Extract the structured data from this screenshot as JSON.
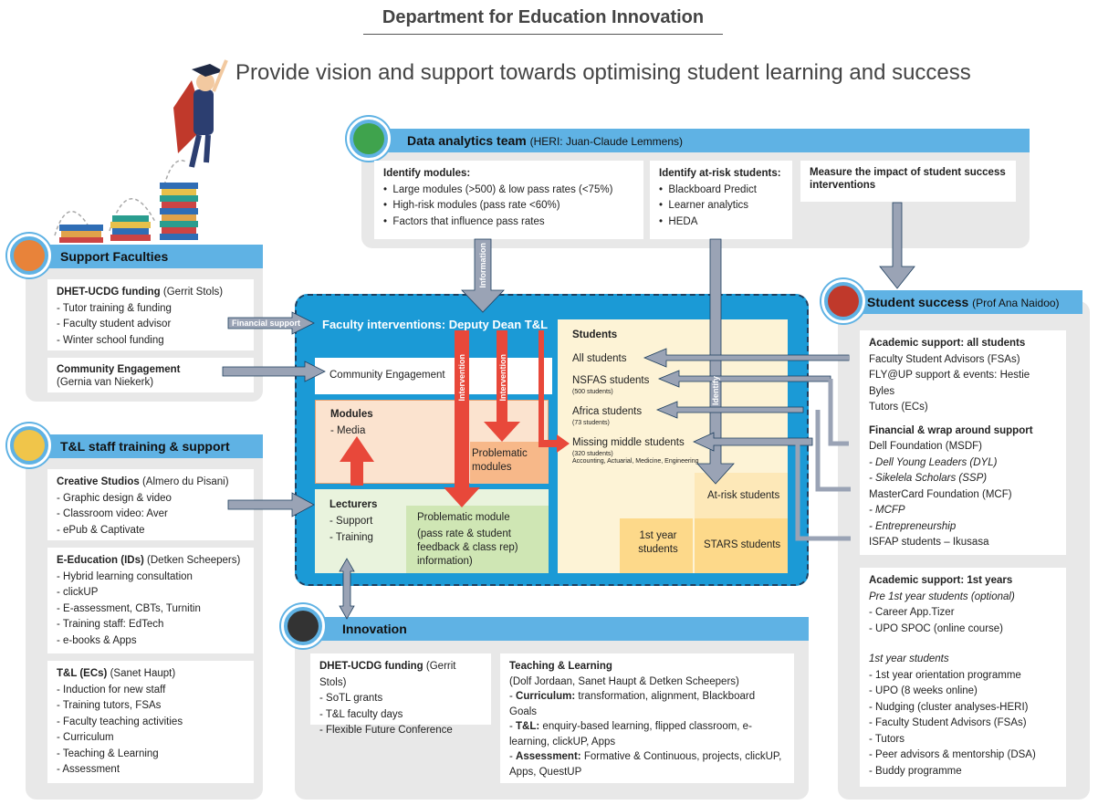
{
  "header": {
    "title": "Department for Education Innovation",
    "subtitle": "Provide vision and support towards optimising student learning and success"
  },
  "colors": {
    "panel_bar": "#5fb2e4",
    "center_box": "#1b9ad6",
    "arrow_grey": "#9aa3b5",
    "arrow_red": "#e8483a",
    "modules_bg": "#fbe3cf",
    "lecturers_bg": "#e9f3dd",
    "students_bg": "#fdf3d6"
  },
  "data_analytics": {
    "title": "Data analytics team",
    "subtitle": "(HERI: Juan-Claude Lemmens)",
    "card1": {
      "heading": "Identify modules:",
      "items": [
        "Large modules (>500) & low pass rates (<75%)",
        "High-risk modules (pass rate <60%)",
        "Factors that influence pass rates"
      ]
    },
    "card2": {
      "heading": "Identify at-risk students:",
      "items": [
        "Blackboard Predict",
        "Learner analytics",
        "HEDA"
      ]
    },
    "card3": {
      "heading": "Measure the impact of student success interventions"
    }
  },
  "support_faculties": {
    "title": "Support Faculties",
    "card1": {
      "heading": "DHET-UCDG funding",
      "heading_sub": "(Gerrit Stols)",
      "items": [
        "Tutor training & funding",
        "Faculty student advisor",
        "Winter school funding"
      ]
    },
    "card2": {
      "heading": "Community Engagement",
      "line2": "(Gernia van Niekerk)"
    }
  },
  "tl_staff": {
    "title": "T&L staff training & support",
    "card1": {
      "heading": "Creative Studios",
      "heading_sub": "(Almero du Pisani)",
      "items": [
        "Graphic design & video",
        "Classroom video: Aver",
        "ePub & Captivate"
      ]
    },
    "card2": {
      "heading": "E-Education (IDs)",
      "heading_sub": "(Detken Scheepers)",
      "items": [
        "Hybrid learning consultation",
        "clickUP",
        "E-assessment, CBTs, Turnitin",
        "Training staff: EdTech",
        "e-books & Apps"
      ]
    },
    "card3": {
      "heading": "T&L (ECs)",
      "heading_sub": "(Sanet Haupt)",
      "items": [
        "Induction for new staff",
        "Training tutors, FSAs",
        "Faculty teaching activities",
        "Curriculum",
        "Teaching & Learning",
        "Assessment"
      ]
    }
  },
  "center": {
    "title": "Faculty interventions: Deputy Dean T&L",
    "community": "Community Engagement",
    "modules_title": "Modules",
    "modules_item": "- Media",
    "problematic_modules": "Problematic modules",
    "lecturers_title": "Lecturers",
    "lecturers_items": [
      "- Support",
      "- Training"
    ],
    "problematic_module": "Problematic module",
    "problematic_module_detail": "(pass rate & student feedback & class rep) information)",
    "students_title": "Students",
    "all_students": "All students",
    "nsfas": "NSFAS students",
    "nsfas_count": "(500 students)",
    "africa": "Africa students",
    "africa_count": "(73 students)",
    "missing": "Missing middle students",
    "missing_count": "(320 students)",
    "missing_fields": "Accounting, Actuarial, Medicine, Engineering",
    "at_risk": "At-risk students",
    "first_year": "1st year students",
    "stars": "STARS students"
  },
  "arrow_labels": {
    "financial_support": "Financial support",
    "information": "Information",
    "intervention1": "Intervention",
    "intervention2": "Intervention",
    "identify": "Identify"
  },
  "student_success": {
    "title": "Student success",
    "subtitle": "(Prof Ana Naidoo)",
    "card1": {
      "h1": "Academic support: all students",
      "l1": [
        "Faculty Student Advisors (FSAs)",
        "FLY@UP support & events: Hestie Byles",
        "Tutors (ECs)"
      ],
      "h2": "Financial & wrap around support",
      "l2": [
        "Dell Foundation (MSDF)",
        "- Dell Young Leaders (DYL)",
        "- Sikelela Scholars (SSP)",
        "MasterCard Foundation (MCF)",
        "- MCFP",
        "- Entrepreneurship",
        "ISFAP students – Ikusasa"
      ]
    },
    "card2": {
      "h1": "Academic support: 1st years",
      "pre": "Pre 1st year students (optional)",
      "l1": [
        "Career App.Tizer",
        "UPO SPOC (online course)"
      ],
      "first": "1st year students",
      "l2": [
        "1st year orientation programme",
        "UPO (8 weeks online)",
        "Nudging (cluster analyses-HERI)",
        "Faculty Student Advisors (FSAs)",
        "Tutors",
        "Peer advisors & mentorship (DSA)",
        "Buddy programme"
      ]
    }
  },
  "innovation": {
    "title": "Innovation",
    "card1": {
      "heading": "DHET-UCDG funding",
      "heading_sub": "(Gerrit Stols)",
      "items": [
        "SoTL grants",
        "T&L faculty days",
        "Flexible Future Conference"
      ]
    },
    "card2": {
      "heading": "Teaching & Learning",
      "line2": "(Dolf Jordaan, Sanet Haupt & Detken Scheepers)",
      "items": [
        {
          "label": "Curriculum:",
          "text": "transformation, alignment, Blackboard Goals"
        },
        {
          "label": "T&L:",
          "text": "enquiry-based learning, flipped classroom, e-learning, clickUP, Apps"
        },
        {
          "label": "Assessment:",
          "text": "Formative & Continuous, projects, clickUP, Apps, QuestUP"
        }
      ]
    }
  }
}
